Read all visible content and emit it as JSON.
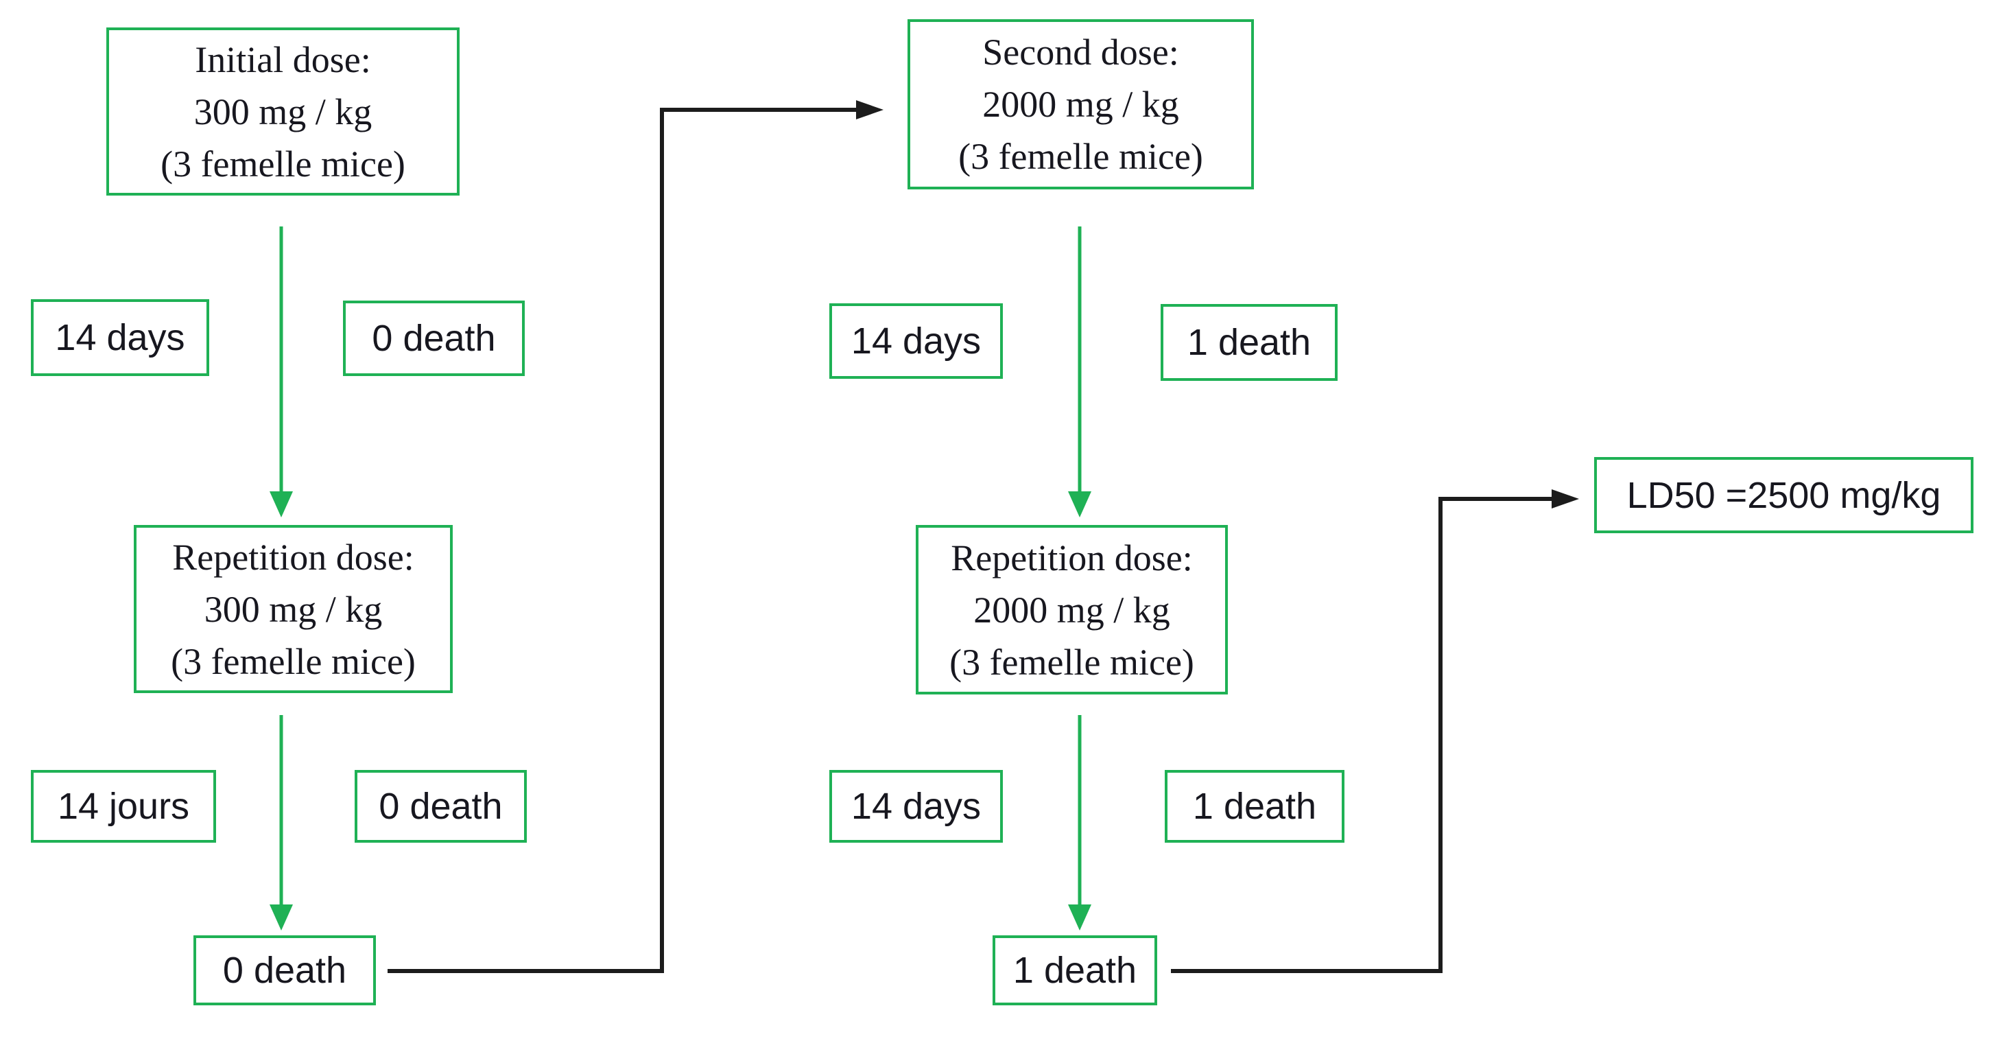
{
  "diagram": {
    "background": "#ffffff",
    "colors": {
      "box_border_green": "#1fb155",
      "arrow_green": "#1fb155",
      "connector_black": "#1c1c1c",
      "text": "#17171f"
    },
    "nodes": {
      "initial_dose": {
        "line1": "Initial dose:",
        "line2": "300 mg / kg",
        "line3": "(3 femelle mice)"
      },
      "duration_left_1": {
        "label": "14 days"
      },
      "outcome_left_1": {
        "label": "0 death"
      },
      "repetition_dose_left": {
        "line1": "Repetition dose:",
        "line2": "300 mg / kg",
        "line3": "(3 femelle mice)"
      },
      "duration_left_2": {
        "label": "14 jours"
      },
      "outcome_left_2": {
        "label": "0 death"
      },
      "result_left": {
        "label": "0 death"
      },
      "second_dose": {
        "line1": "Second dose:",
        "line2": "2000 mg / kg",
        "line3": "(3 femelle mice)"
      },
      "duration_mid_1": {
        "label": "14 days"
      },
      "outcome_mid_1": {
        "label": "1 death"
      },
      "repetition_dose_mid": {
        "line1": "Repetition dose:",
        "line2": "2000 mg / kg",
        "line3": "(3 femelle mice)"
      },
      "duration_mid_2": {
        "label": "14 days"
      },
      "outcome_mid_2": {
        "label": "1 death"
      },
      "result_mid": {
        "label": "1 death"
      },
      "ld50": {
        "label": "LD50 =2500 mg/kg"
      }
    },
    "edges": [
      {
        "from": "initial_dose",
        "to": "repetition_dose_left",
        "style": "green-arrow-down"
      },
      {
        "from": "repetition_dose_left",
        "to": "result_left",
        "style": "green-arrow-down"
      },
      {
        "from": "result_left",
        "to": "second_dose",
        "style": "black-elbow-arrow"
      },
      {
        "from": "second_dose",
        "to": "repetition_dose_mid",
        "style": "green-arrow-down"
      },
      {
        "from": "repetition_dose_mid",
        "to": "result_mid",
        "style": "green-arrow-down"
      },
      {
        "from": "result_mid",
        "to": "ld50",
        "style": "black-elbow-arrow"
      }
    ]
  }
}
